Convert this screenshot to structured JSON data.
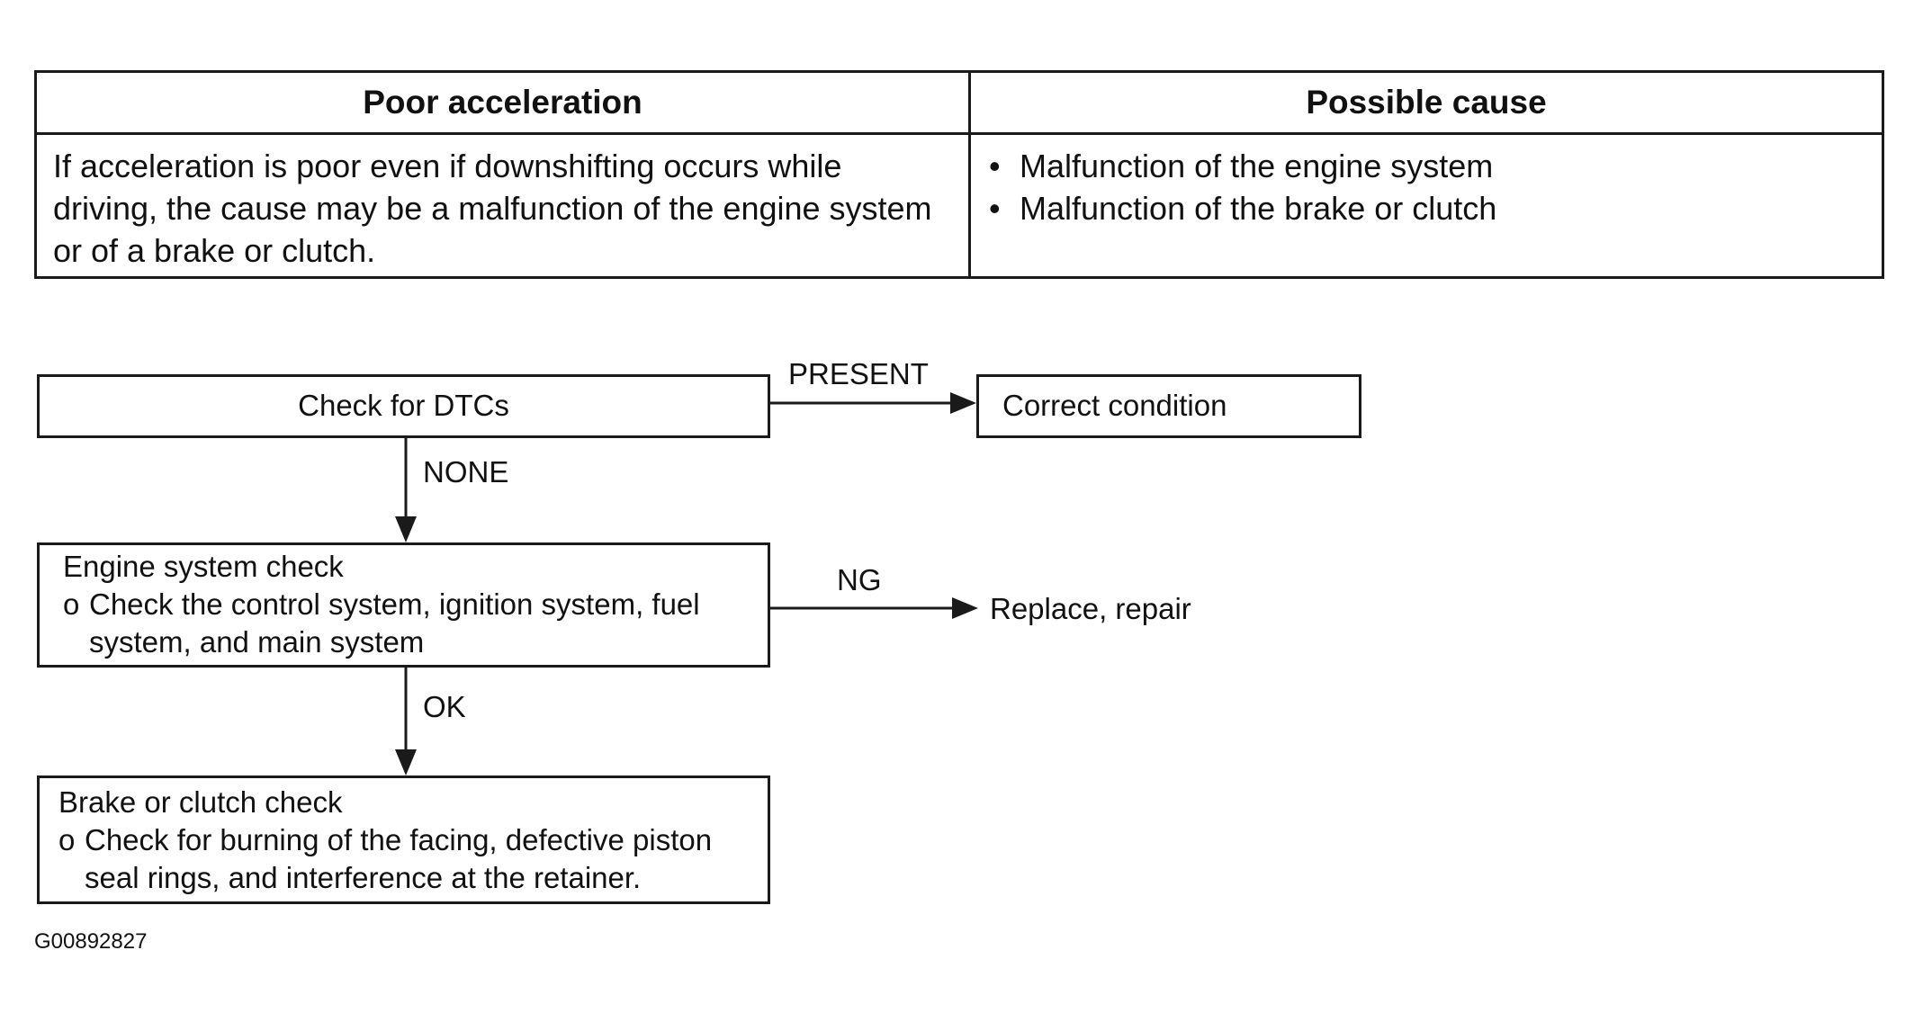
{
  "table": {
    "header_left": "Poor acceleration",
    "header_right": "Possible cause",
    "description": "If acceleration is poor even if downshifting occurs while driving, the cause may be a malfunction of the engine system or of a brake or clutch.",
    "causes": [
      "Malfunction of the engine system",
      "Malfunction of the brake or clutch"
    ],
    "bullet_symbol": "•"
  },
  "flowchart": {
    "check_dtcs": "Check for DTCs",
    "present_label": "PRESENT",
    "correct_condition": "Correct condition",
    "none_label": "NONE",
    "engine_check": {
      "title": "Engine system check",
      "marker": "o",
      "detail": "Check the control system, ignition system, fuel system, and main system"
    },
    "ng_label": "NG",
    "replace_repair": "Replace, repair",
    "ok_label": "OK",
    "brake_check": {
      "title": "Brake or clutch check",
      "marker": "o",
      "detail": "Check for burning of the facing, defective piston seal rings, and interference at the retainer."
    }
  },
  "figure_id": "G00892827"
}
